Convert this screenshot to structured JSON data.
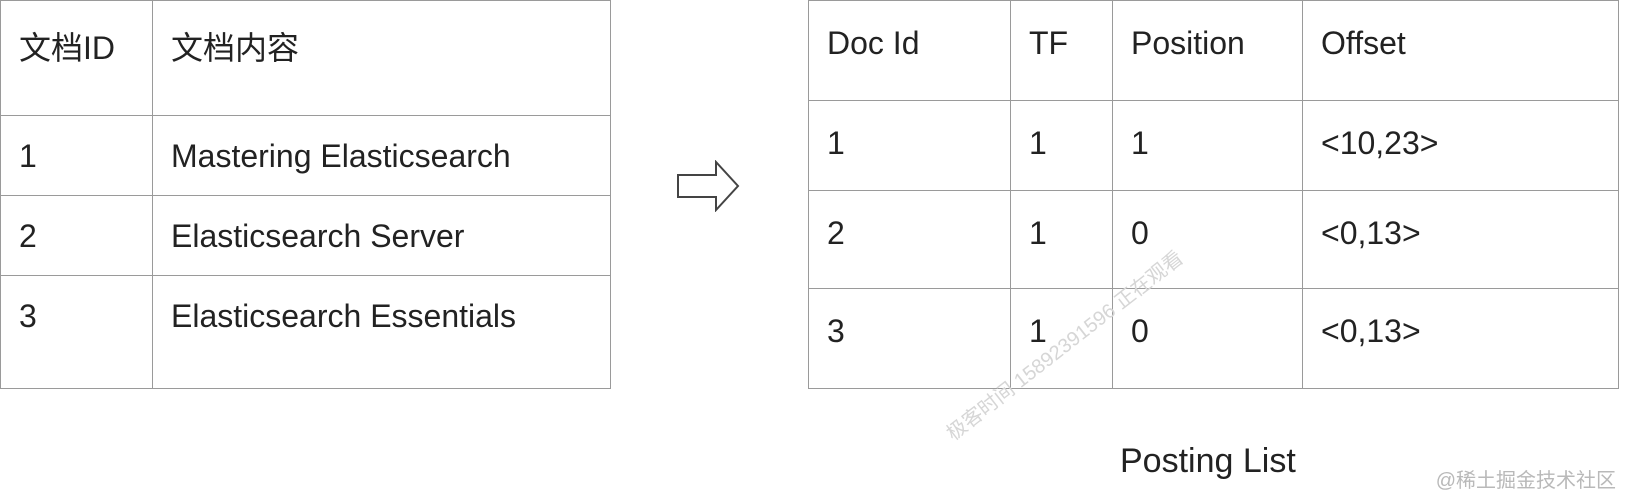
{
  "doc_table": {
    "headers": [
      "文档ID",
      "文档内容"
    ],
    "rows": [
      [
        "1",
        "Mastering Elasticsearch"
      ],
      [
        "2",
        "Elasticsearch Server"
      ],
      [
        "3",
        "Elasticsearch Essentials"
      ]
    ]
  },
  "posting_table": {
    "headers": [
      "Doc Id",
      "TF",
      "Position",
      "Offset"
    ],
    "rows": [
      [
        "1",
        "1",
        "1",
        "<10,23>"
      ],
      [
        "2",
        "1",
        "0",
        "<0,13>"
      ],
      [
        "3",
        "1",
        "0",
        "<0,13>"
      ]
    ]
  },
  "caption": "Posting List",
  "watermark": "极客时间 15892391596 正在观看",
  "credit": "@稀土掘金技术社区",
  "icons": {
    "transform_arrow": "right-arrow-outline-icon"
  }
}
